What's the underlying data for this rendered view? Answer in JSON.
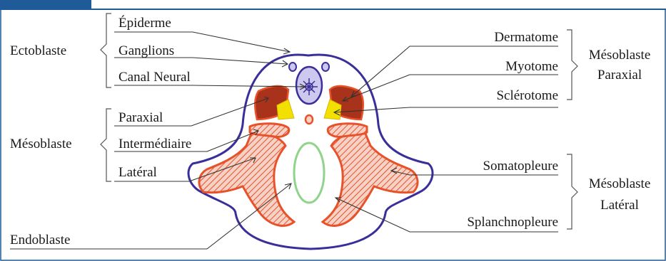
{
  "colors": {
    "header_blue": "#1f5b98",
    "outline_purple": "#3a2f9a",
    "mesoblast_orange": "#e8522a",
    "dark_red": "#a8321a",
    "yellow": "#f2e000",
    "endoderm_green": "#8fd48a",
    "neural_lilac": "#cdc8ee"
  },
  "left_groups": {
    "ectoblaste": "Ectoblaste",
    "mesoblaste": "Mésoblaste",
    "endoblaste": "Endoblaste"
  },
  "left_items": {
    "epiderme": "Épiderme",
    "ganglions": "Ganglions",
    "canal_neural": "Canal Neural",
    "paraxial": "Paraxial",
    "intermediaire": "Intermédiaire",
    "lateral": "Latéral"
  },
  "right_items": {
    "dermatome": "Dermatome",
    "myotome": "Myotome",
    "sclerotome": "Sclérotome",
    "somatopleure": "Somatopleure",
    "splanchnopleure": "Splanchnopleure"
  },
  "right_groups": {
    "paraxial_line1": "Mésoblaste",
    "paraxial_line2": "Paraxial",
    "lateral_line1": "Mésoblaste",
    "lateral_line2": "Latéral"
  }
}
